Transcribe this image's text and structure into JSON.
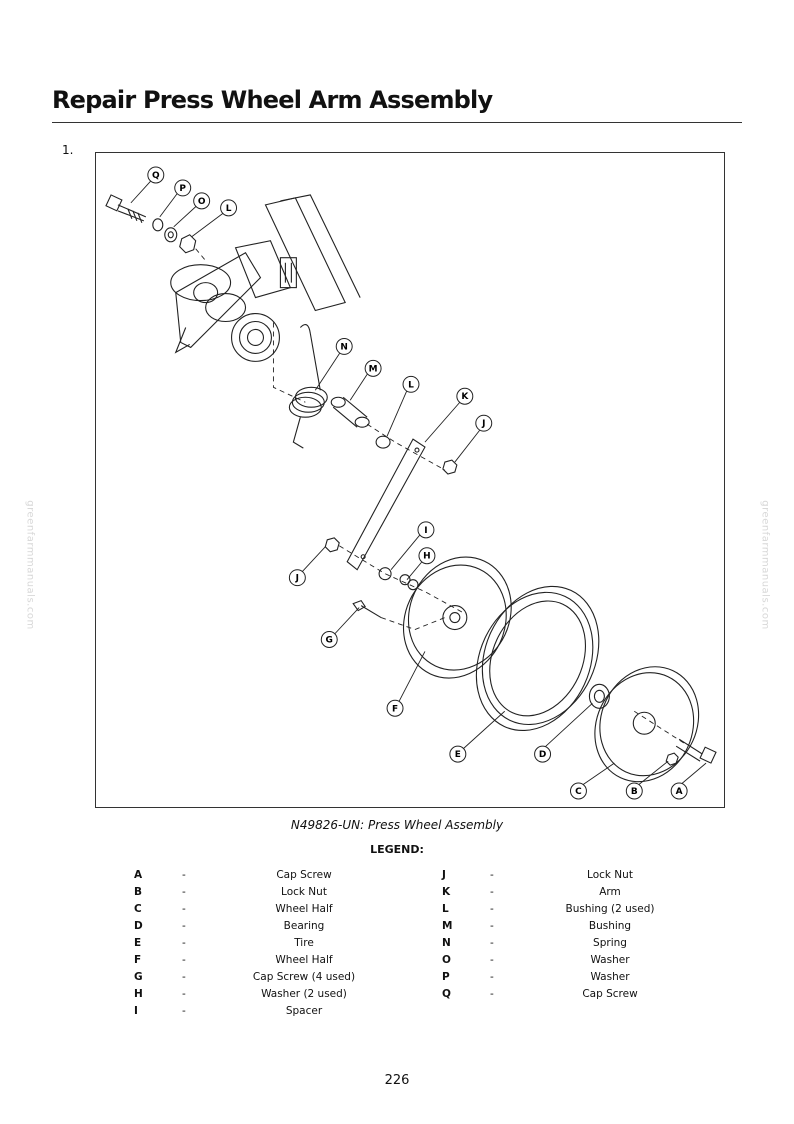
{
  "header": {
    "title": "Repair Press Wheel Arm Assembly"
  },
  "step": {
    "number": "1."
  },
  "figure": {
    "caption": "N49826-UN: Press Wheel Assembly",
    "callouts": [
      "Q",
      "P",
      "O",
      "L",
      "N",
      "M",
      "L",
      "K",
      "J",
      "I",
      "H",
      "J",
      "G",
      "F",
      "E",
      "D",
      "C",
      "B",
      "A"
    ]
  },
  "legend": {
    "title": "LEGEND:",
    "separator": "-",
    "left": [
      {
        "key": "A",
        "desc": "Cap Screw"
      },
      {
        "key": "B",
        "desc": "Lock Nut"
      },
      {
        "key": "C",
        "desc": "Wheel Half"
      },
      {
        "key": "D",
        "desc": "Bearing"
      },
      {
        "key": "E",
        "desc": "Tire"
      },
      {
        "key": "F",
        "desc": "Wheel Half"
      },
      {
        "key": "G",
        "desc": "Cap Screw (4 used)"
      },
      {
        "key": "H",
        "desc": "Washer (2 used)"
      },
      {
        "key": "I",
        "desc": "Spacer"
      }
    ],
    "right": [
      {
        "key": "J",
        "desc": "Lock Nut"
      },
      {
        "key": "K",
        "desc": "Arm"
      },
      {
        "key": "L",
        "desc": "Bushing (2 used)"
      },
      {
        "key": "M",
        "desc": "Bushing"
      },
      {
        "key": "N",
        "desc": "Spring"
      },
      {
        "key": "O",
        "desc": "Washer"
      },
      {
        "key": "P",
        "desc": "Washer"
      },
      {
        "key": "Q",
        "desc": "Cap Screw"
      }
    ]
  },
  "watermark": {
    "text": "greenfarmmanuals.com"
  },
  "footer": {
    "page_number": "226"
  }
}
